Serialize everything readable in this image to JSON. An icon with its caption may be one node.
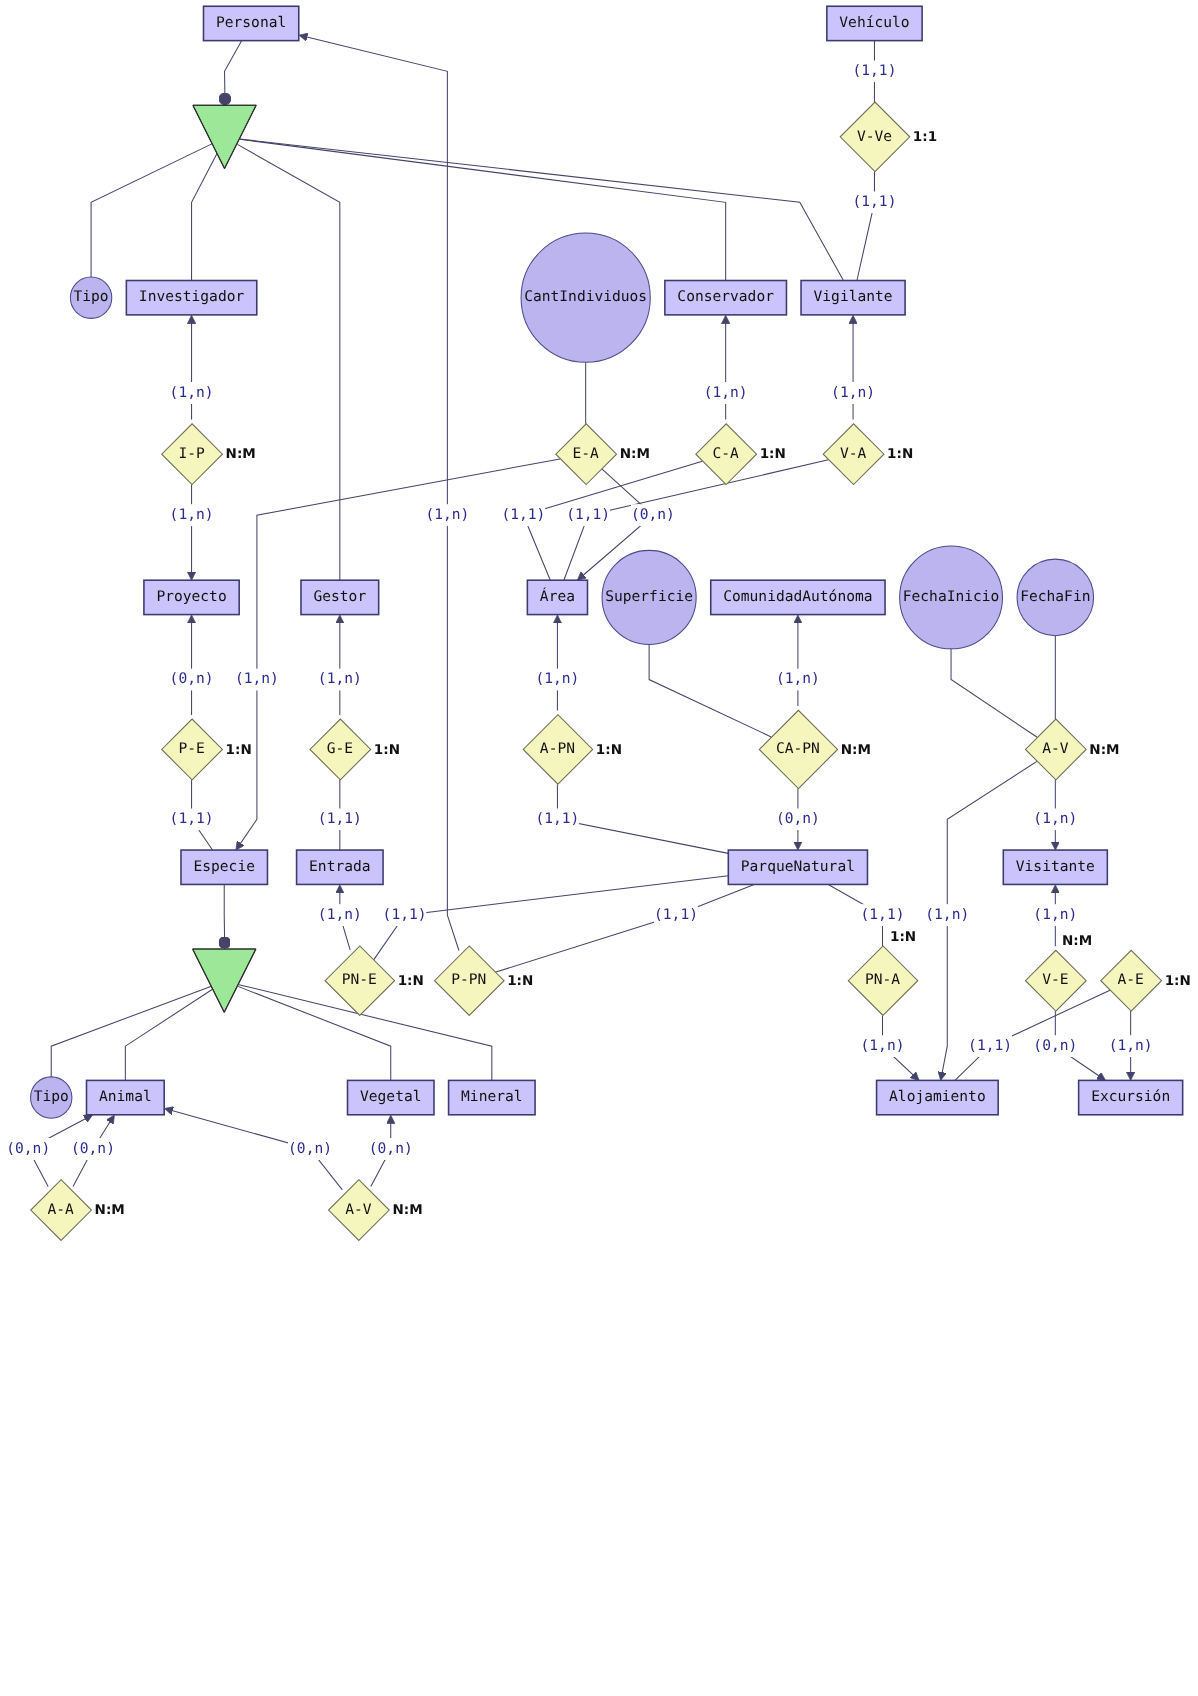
{
  "diagram": {
    "nodes": [
      {
        "text": [
          "Personal"
        ]
      },
      {
        "text": [
          "Vehículo"
        ]
      },
      {
        "text": [
          "ComunidadAutónoma"
        ]
      },
      {
        "text": [],
        "shape": "triangle"
      },
      {
        "text": [
          "Tipo"
        ]
      },
      {
        "text": [
          "V-Ve"
        ],
        "beside": [
          "1:1"
        ]
      },
      {
        "text": [
          "Gestor"
        ]
      },
      {
        "text": [
          "Investigador"
        ]
      },
      {
        "text": [
          "Conservador"
        ]
      },
      {
        "text": [
          "Vigilante"
        ]
      },
      {
        "text": [
          "Proyecto"
        ]
      },
      {
        "text": [
          "I-P"
        ],
        "beside": [
          "N:M"
        ]
      },
      {
        "text": [
          "C-A"
        ],
        "beside": [
          "1:N"
        ]
      },
      {
        "text": [
          "V-A"
        ],
        "beside": [
          "1:N"
        ]
      },
      {
        "text": [
          "CantIndividuos"
        ]
      },
      {
        "text": [
          "P-E"
        ],
        "beside": [
          "1:N"
        ]
      },
      {
        "text": [
          "Especie"
        ]
      },
      {
        "text": [
          "E-A"
        ],
        "beside": [
          "N:M"
        ]
      },
      {
        "text": [
          "Área"
        ]
      },
      {
        "text": [
          "G-E"
        ],
        "beside": [
          "1:N"
        ]
      },
      {
        "text": [],
        "shape": "triangle"
      },
      {
        "text": [
          "Tipo"
        ]
      },
      {
        "text": [
          "Animal"
        ]
      },
      {
        "text": [
          "Vegetal"
        ]
      },
      {
        "text": [
          "Mineral"
        ]
      },
      {
        "text": [
          "A-PN"
        ],
        "beside": [
          "1:N"
        ]
      },
      {
        "text": [
          "A-A"
        ],
        "beside": [
          "N:M"
        ]
      },
      {
        "text": [
          "A-V"
        ],
        "beside": [
          "N:M"
        ]
      },
      {
        "text": [
          "Superficie"
        ]
      },
      {
        "text": [
          "Entrada"
        ]
      },
      {
        "text": [
          "ParqueNatural"
        ]
      },
      {
        "text": [
          "CA-PN"
        ],
        "beside": [
          "N:M"
        ]
      },
      {
        "text": [
          "FechaInicio"
        ]
      },
      {
        "text": [
          "FechaFin"
        ]
      },
      {
        "text": [
          "A-V"
        ],
        "beside": [
          "N:M"
        ]
      },
      {
        "text": [
          "Visitante"
        ]
      },
      {
        "text": [
          "PN-E"
        ],
        "beside": [
          "1:N"
        ]
      },
      {
        "text": [
          "P-PN"
        ],
        "beside": [
          "1:N"
        ]
      },
      {
        "text": [
          "PN-A"
        ],
        "beside": [
          "1:N"
        ]
      },
      {
        "text": [
          "V-E"
        ],
        "beside": [
          "N:M"
        ]
      },
      {
        "text": [
          "Alojamiento"
        ]
      },
      {
        "text": [
          "A-E"
        ],
        "beside": [
          "1:N"
        ]
      },
      {
        "text": [
          "Excursión"
        ]
      }
    ],
    "edges": [
      {
        "from": 0,
        "to": 3,
        "arrow": "other"
      },
      {
        "from": 3,
        "to": 4,
        "arrow": "none"
      },
      {
        "from": 3,
        "to": 6,
        "arrow": "none"
      },
      {
        "from": 3,
        "to": 7,
        "arrow": "none"
      },
      {
        "from": 3,
        "to": 8,
        "arrow": "none"
      },
      {
        "from": 3,
        "to": 9,
        "arrow": "none"
      },
      {
        "from": 1,
        "to": 5,
        "arrow": "none",
        "label": "(1,1)"
      },
      {
        "from": 5,
        "to": 9,
        "arrow": "none",
        "label": "(1,1)"
      },
      {
        "from": 19,
        "to": 6,
        "arrow": "to",
        "label": "(1,n)"
      },
      {
        "from": 11,
        "to": 7,
        "arrow": "to",
        "label": "(1,n)"
      },
      {
        "from": 12,
        "to": 8,
        "arrow": "to",
        "label": "(1,n)"
      },
      {
        "from": 13,
        "to": 9,
        "arrow": "to",
        "label": "(1,n)"
      },
      {
        "from": 11,
        "to": 10,
        "arrow": "to",
        "label": "(1,n)"
      },
      {
        "from": 12,
        "to": 18,
        "arrow": "none",
        "label": "(1,1)"
      },
      {
        "from": 13,
        "to": 18,
        "arrow": "none",
        "label": "(1,1)"
      },
      {
        "from": 15,
        "to": 10,
        "arrow": "to",
        "label": "(0,n)"
      },
      {
        "from": 15,
        "to": 16,
        "arrow": "none",
        "label": "(1,1)"
      },
      {
        "from": 17,
        "to": 14,
        "arrow": "none"
      },
      {
        "from": 17,
        "to": 16,
        "arrow": "to",
        "label": "(1,n)"
      },
      {
        "from": 17,
        "to": 18,
        "arrow": "to",
        "label": "(0,n)"
      },
      {
        "from": 16,
        "to": 20,
        "arrow": "other"
      },
      {
        "from": 20,
        "to": 21,
        "arrow": "none"
      },
      {
        "from": 20,
        "to": 22,
        "arrow": "none"
      },
      {
        "from": 20,
        "to": 23,
        "arrow": "none"
      },
      {
        "from": 20,
        "to": 24,
        "arrow": "none"
      },
      {
        "from": 25,
        "to": 18,
        "arrow": "to",
        "label": "(1,n)"
      },
      {
        "from": 25,
        "to": 30,
        "arrow": "none",
        "label": "(1,1)"
      },
      {
        "from": 26,
        "to": 22,
        "arrow": "to",
        "label": "(0,n)"
      },
      {
        "from": 26,
        "to": 22,
        "arrow": "to",
        "label": "(0,n)"
      },
      {
        "from": 27,
        "to": 22,
        "arrow": "to",
        "label": "(0,n)"
      },
      {
        "from": 27,
        "to": 23,
        "arrow": "to",
        "label": "(0,n)"
      },
      {
        "from": 31,
        "to": 28,
        "arrow": "none"
      },
      {
        "from": 31,
        "to": 30,
        "arrow": "to",
        "label": "(0,n)"
      },
      {
        "from": 31,
        "to": 2,
        "arrow": "to",
        "label": "(1,n)"
      },
      {
        "from": 19,
        "to": 29,
        "arrow": "none",
        "label": "(1,1)"
      },
      {
        "from": 36,
        "to": 29,
        "arrow": "to",
        "label": "(1,n)"
      },
      {
        "from": 36,
        "to": 30,
        "arrow": "none",
        "label": "(1,1)"
      },
      {
        "from": 37,
        "to": 0,
        "arrow": "to",
        "label": "(1,n)"
      },
      {
        "from": 37,
        "to": 30,
        "arrow": "none",
        "label": "(1,1)"
      },
      {
        "from": 38,
        "to": 30,
        "arrow": "none",
        "label": "(1,1)"
      },
      {
        "from": 38,
        "to": 40,
        "arrow": "to",
        "label": "(1,n)"
      },
      {
        "from": 34,
        "to": 32,
        "arrow": "none"
      },
      {
        "from": 34,
        "to": 33,
        "arrow": "none"
      },
      {
        "from": 34,
        "to": 35,
        "arrow": "to",
        "label": "(1,n)"
      },
      {
        "from": 34,
        "to": 40,
        "arrow": "to",
        "label": "(1,n)"
      },
      {
        "from": 39,
        "to": 35,
        "arrow": "to",
        "label": "(1,n)"
      },
      {
        "from": 39,
        "to": 42,
        "arrow": "to",
        "label": "(0,n)"
      },
      {
        "from": 41,
        "to": 40,
        "arrow": "none",
        "label": "(1,1)"
      },
      {
        "from": 41,
        "to": 42,
        "arrow": "to",
        "label": "(1,n)"
      }
    ]
  }
}
